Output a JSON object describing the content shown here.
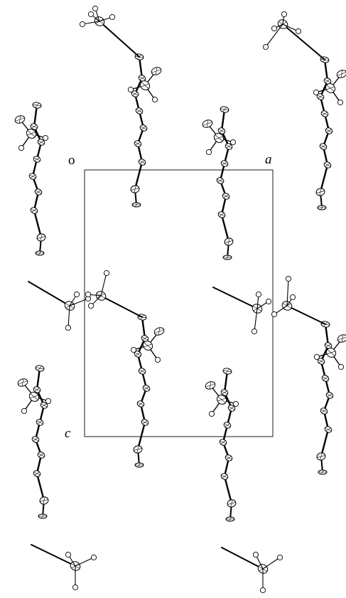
{
  "figure": {
    "type": "crystal packing diagram",
    "axes": {
      "origin_label": "o",
      "a_label": "a",
      "c_label": "c"
    },
    "colors": {
      "ink": "#000000",
      "background": "#ffffff"
    }
  }
}
